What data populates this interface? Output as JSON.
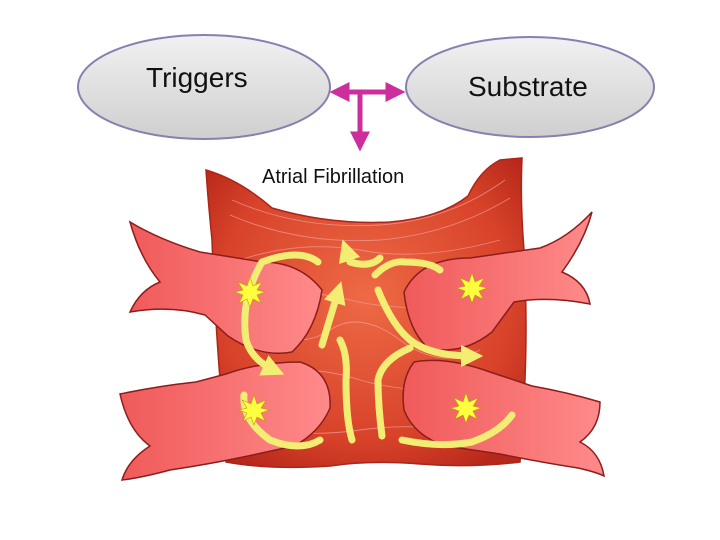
{
  "labels": {
    "triggers": "Triggers",
    "substrate": "Substrate",
    "outcome": "Atrial Fibrillation"
  },
  "icons": {
    "relationship_arrow": "double-headed-arrow",
    "outcome_arrow": "down-arrow",
    "focal_trigger": "starburst-icon",
    "wavefront": "curved-arrow"
  },
  "colors": {
    "oval_fill": "#dcdcdc",
    "oval_stroke": "#8a7fb0",
    "arrow_magenta": "#cc2f9c",
    "atrium_dark": "#c8301c",
    "atrium_light": "#e85a38",
    "vein_fill": "#f26a6a",
    "wavefront_yellow": "#f3ee73",
    "starburst_yellow": "#ffff40"
  }
}
